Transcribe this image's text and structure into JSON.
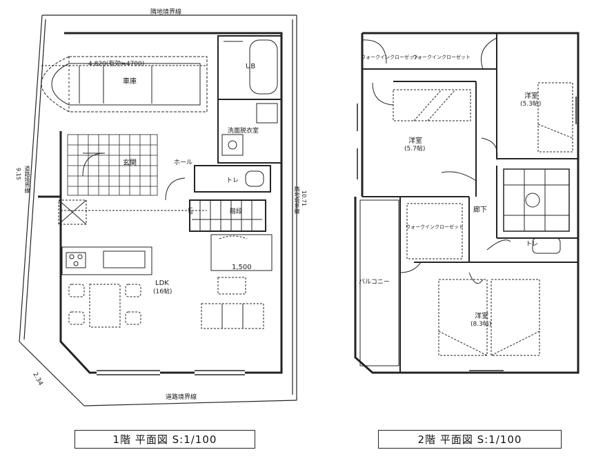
{
  "floor1": {
    "caption": "1階 平面図 S:1/100",
    "boundary_top": "隣地境界線",
    "boundary_left": "道路境界線",
    "boundary_right": "隣地境界線",
    "boundary_bottom": "道路境界線",
    "dim_left": "9.15",
    "dim_right": "10.71",
    "dim_corner": "2.34",
    "carport_dim": "4,820(有効≒4700)",
    "carport": "車庫",
    "ub": "UB",
    "washroom": "洗面脱衣室",
    "entrance": "玄関",
    "hall": "ホール",
    "toilet": "トレ",
    "stairs": "階段",
    "up": "UP",
    "counter_dim": "1,500",
    "ldk": "LDK",
    "ldk_size": "(16帖)"
  },
  "floor2": {
    "caption": "2階 平面図 S:1/100",
    "walk_in_closet_1": "ウォークインクローゼット",
    "walk_in_closet_2": "ウォークインクローゼット",
    "walk_in_closet_3": "ウォークインクローゼット",
    "room_a": "洋室",
    "room_a_size": "(5.7帖)",
    "room_b": "洋室",
    "room_b_size": "(5.3帖)",
    "room_c": "洋室",
    "room_c_size": "(8.3帖)",
    "corridor": "廊下",
    "toilet": "トレ",
    "balcony": "バルコニー"
  }
}
